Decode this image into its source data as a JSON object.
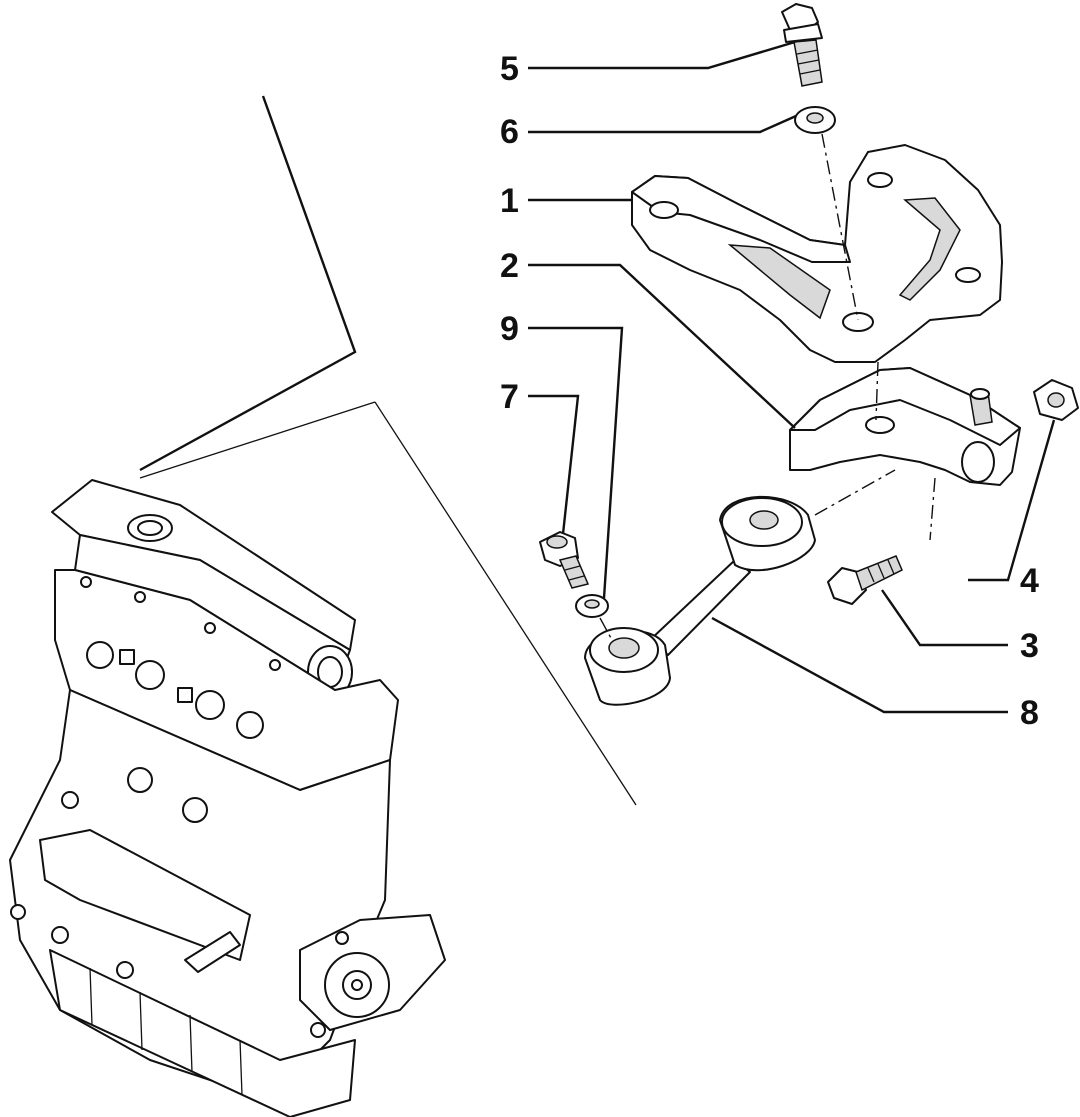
{
  "diagram": {
    "callouts": [
      {
        "id": "5",
        "label": "5"
      },
      {
        "id": "6",
        "label": "6"
      },
      {
        "id": "1",
        "label": "1"
      },
      {
        "id": "2",
        "label": "2"
      },
      {
        "id": "9",
        "label": "9"
      },
      {
        "id": "7",
        "label": "7"
      },
      {
        "id": "4",
        "label": "4"
      },
      {
        "id": "3",
        "label": "3"
      },
      {
        "id": "8",
        "label": "8"
      }
    ]
  }
}
